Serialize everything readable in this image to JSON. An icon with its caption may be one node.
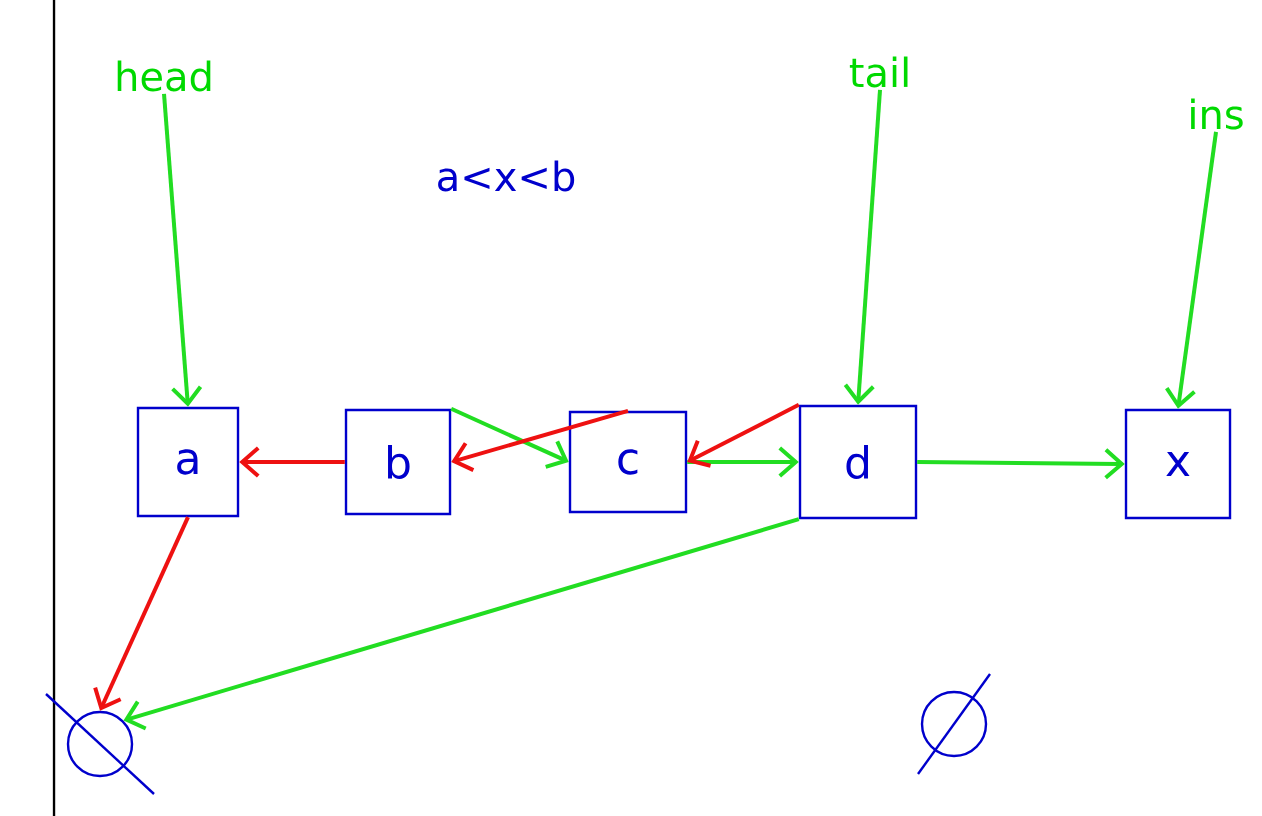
{
  "diagram": {
    "nodes": [
      {
        "text": [
          "head"
        ]
      },
      {
        "text": [
          "tail"
        ]
      },
      {
        "text": [
          "ins"
        ]
      },
      {
        "text": [
          "a"
        ]
      },
      {
        "text": [
          "b"
        ]
      },
      {
        "text": [
          "c"
        ]
      },
      {
        "text": [
          "d"
        ]
      },
      {
        "text": [
          "x"
        ]
      },
      {
        "text": [],
        "shape": "circle"
      },
      {
        "text": [],
        "shape": "circle"
      }
    ],
    "edges": [
      {
        "from": 0,
        "to": 3,
        "arrow": "to",
        "color": "#22dd22"
      },
      {
        "from": 1,
        "to": 6,
        "arrow": "to",
        "color": "#22dd22"
      },
      {
        "from": 2,
        "to": 7,
        "arrow": "to",
        "color": "#22dd22"
      },
      {
        "from": 4,
        "to": 5,
        "arrow": "to",
        "color": "#22dd22"
      },
      {
        "from": 5,
        "to": 6,
        "arrow": "to",
        "color": "#22dd22"
      },
      {
        "from": 6,
        "to": 7,
        "arrow": "to",
        "color": "#22dd22"
      },
      {
        "from": 6,
        "to": 8,
        "arrow": "to",
        "color": "#22dd22"
      },
      {
        "from": 4,
        "to": 3,
        "arrow": "to",
        "color": "#ee1111"
      },
      {
        "from": 5,
        "to": 4,
        "arrow": "to",
        "color": "#ee1111"
      },
      {
        "from": 6,
        "to": 5,
        "arrow": "to",
        "color": "#ee1111"
      },
      {
        "from": 3,
        "to": 8,
        "arrow": "to",
        "color": "#ee1111"
      }
    ],
    "labels": [
      "a<x<b"
    ]
  }
}
